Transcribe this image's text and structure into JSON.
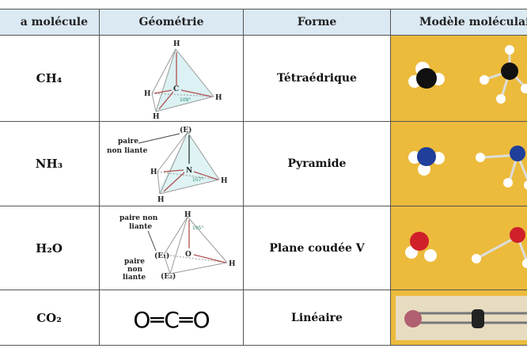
{
  "headers": {
    "molecule": "a molécule",
    "geometry": "Géométrie",
    "shape": "Forme",
    "model": "Modèle moléculai"
  },
  "rows": [
    {
      "molecule": "CH₄",
      "shape": "Tétraédrique",
      "geometry": {
        "top": "H",
        "center": "C",
        "left": "H",
        "right": "H",
        "bottom": "H",
        "angle": "109°"
      },
      "model_color": "#111111"
    },
    {
      "molecule": "NH₃",
      "shape": "Pyramide",
      "geometry": {
        "top": "(E)",
        "center": "N",
        "left": "H",
        "right": "H",
        "bottom": "H",
        "angle": "107°",
        "note": [
          "paire",
          "non liante"
        ]
      },
      "model_color": "#1f3f9a"
    },
    {
      "molecule": "H₂O",
      "shape": "Plane coudée V",
      "geometry": {
        "top": "H",
        "center": "O",
        "left": "(E₁)",
        "right": "H",
        "bottom": "(E₂)",
        "angle": "105°",
        "note1": [
          "paire non",
          "liante"
        ],
        "note2": [
          "paire",
          "non",
          "liante"
        ]
      },
      "model_color": "#d0202a"
    },
    {
      "molecule": "CO₂",
      "shape": "Linéaire",
      "geometry": {
        "formula": "O═C═O"
      },
      "model_color": "#b06070"
    }
  ]
}
